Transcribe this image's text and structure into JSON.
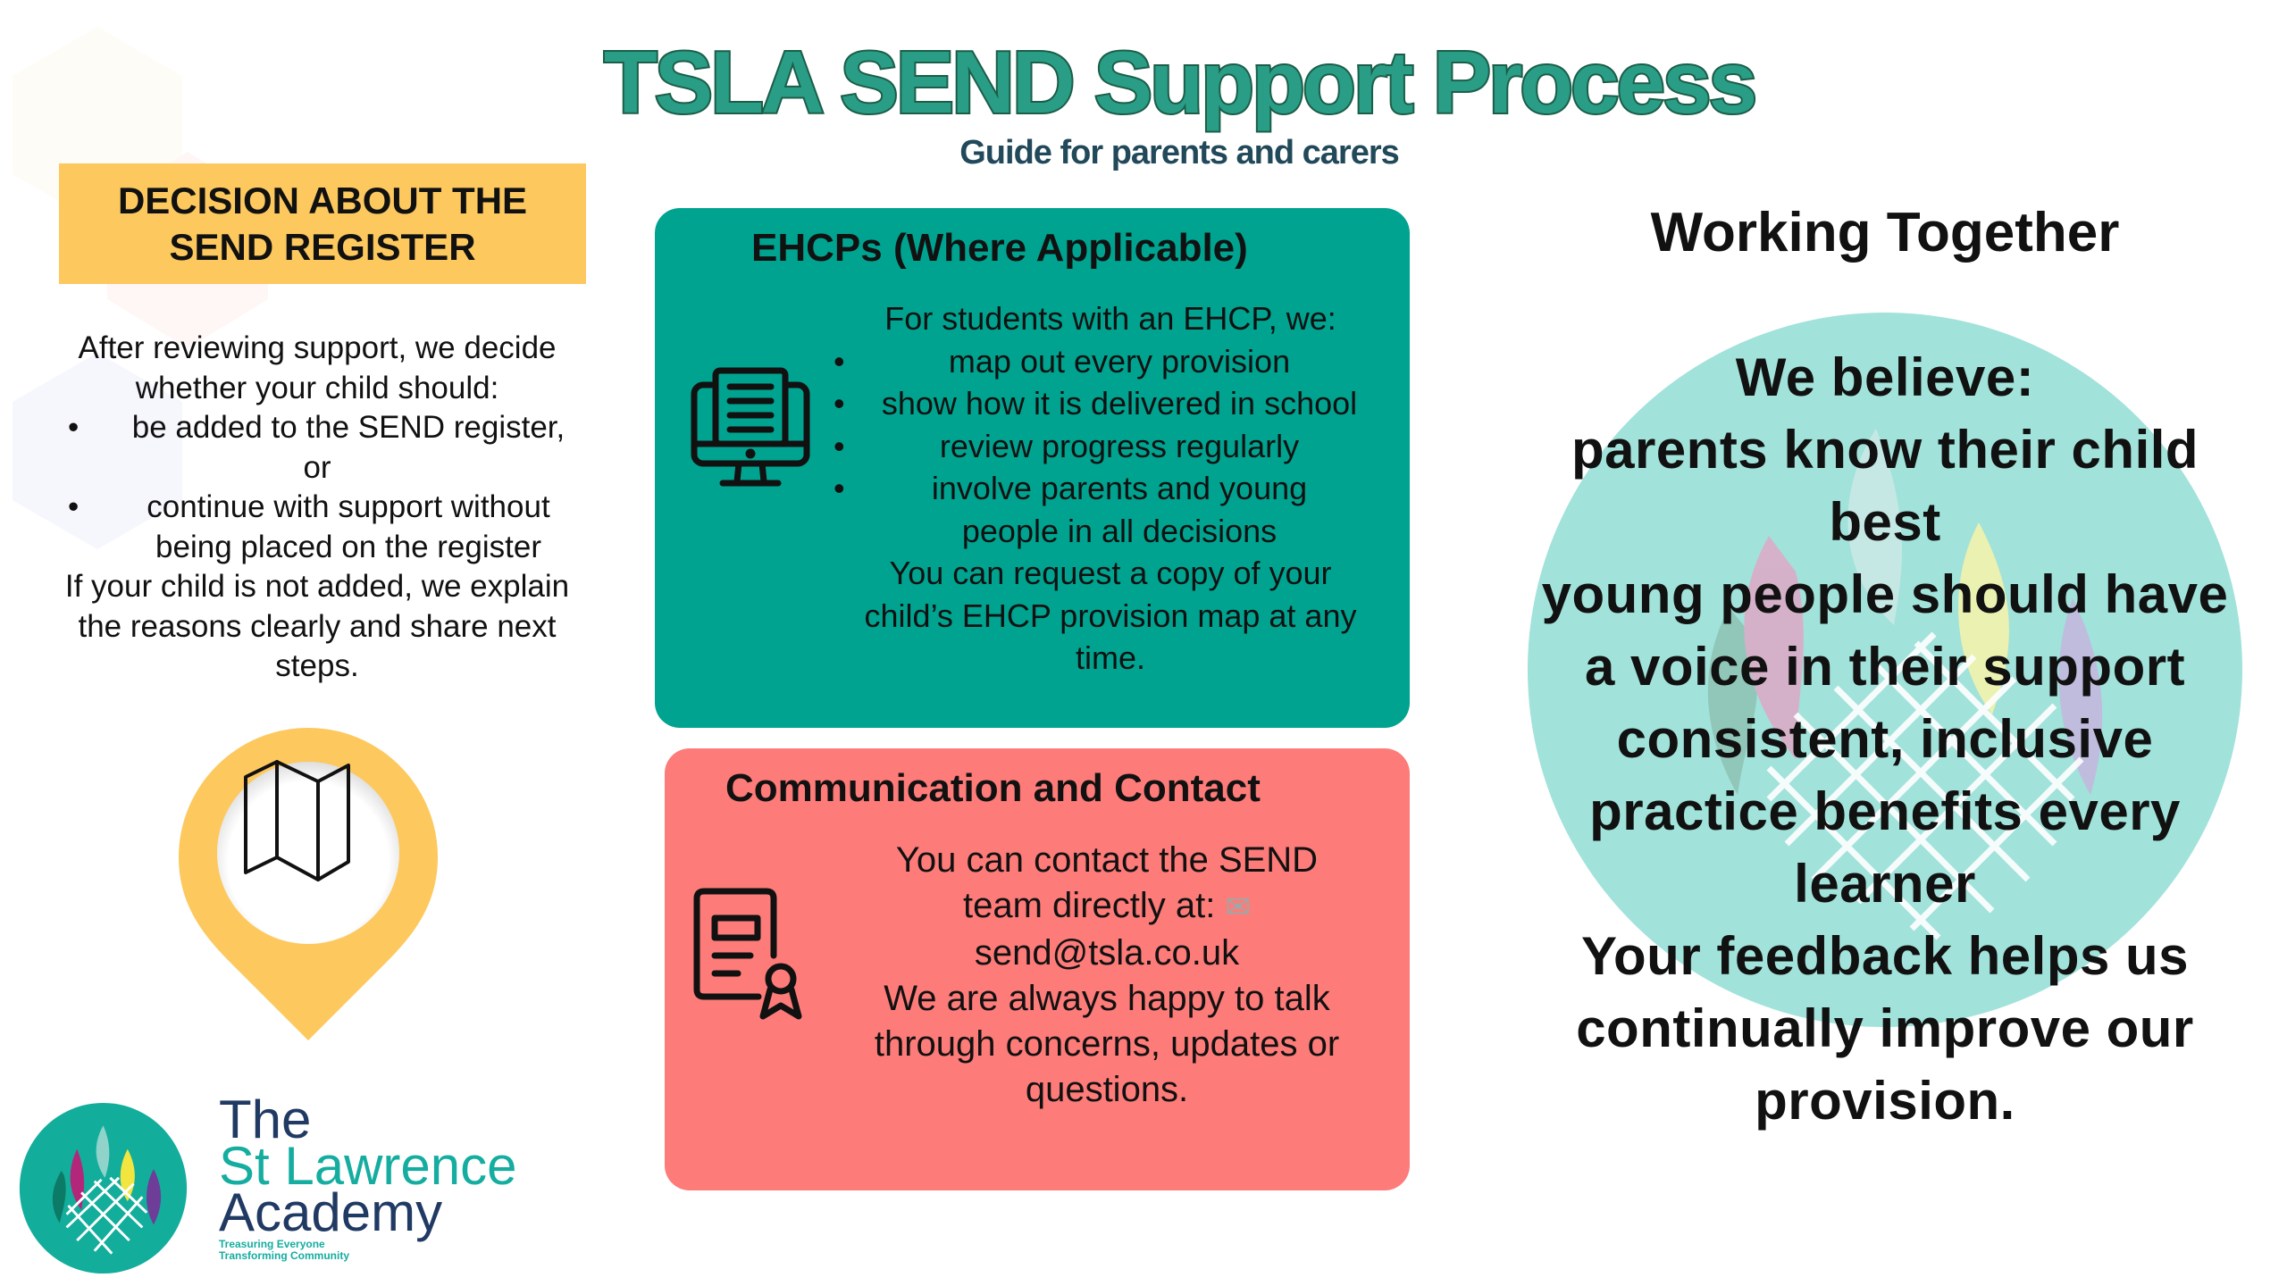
{
  "header": {
    "title": "TSLA SEND Support Process",
    "subtitle": "Guide for parents and carers"
  },
  "decision": {
    "heading_line1": "DECISION ABOUT THE",
    "heading_line2": "SEND REGISTER",
    "intro_line1": "After reviewing support, we decide",
    "intro_line2": "whether your child should:",
    "options": [
      {
        "line1": "be added to the SEND register,",
        "line2": "or"
      },
      {
        "line1": "continue with support without",
        "line2": "being placed on the register"
      }
    ],
    "outro_line1": "If your child is not added, we explain",
    "outro_line2": "the reasons clearly and share next",
    "outro_line3": "steps.",
    "icon": "map-pin-icon"
  },
  "ehcp": {
    "title": "EHCPs (Where Applicable)",
    "intro": "For students with an EHCP, we:",
    "bullets": [
      {
        "line1": "map out every provision",
        "line2": ""
      },
      {
        "line1": "show how it is delivered in school",
        "line2": ""
      },
      {
        "line1": "review progress regularly",
        "line2": ""
      },
      {
        "line1": "involve parents and young",
        "line2": "people in all decisions"
      }
    ],
    "outro_line1": "You can request a copy of your",
    "outro_line2": "child’s EHCP provision map at any",
    "outro_line3": "time.",
    "icon": "computer-document-icon",
    "color": "#00a38f"
  },
  "communication": {
    "title": "Communication and Contact",
    "line1": "You can contact the SEND",
    "line2": "team directly at:",
    "email_emoji": "✉",
    "email": "send@tsla.co.uk",
    "line3": "We are always happy to talk",
    "line4": "through concerns, updates or",
    "line5": "questions.",
    "icon": "certificate-icon",
    "color": "#fd7b78"
  },
  "working_together": {
    "title": "Working Together",
    "lines": [
      "We believe:",
      "parents know their child",
      "best",
      "young people should have",
      "a voice in their support",
      "consistent, inclusive",
      "practice benefits every",
      "learner",
      "Your feedback helps us",
      "continually improve our",
      "provision."
    ]
  },
  "logo": {
    "the": "The",
    "name": "St Lawrence",
    "academy": "Academy",
    "tagline1": "Treasuring Everyone",
    "tagline2": "Transforming Community"
  },
  "colors": {
    "title_fill": "#2a9d87",
    "title_outline": "#1b5e48",
    "subtitle": "#21495a",
    "decision_box": "#fdc95e",
    "logo_teal": "#15ada0",
    "logo_navy": "#203a63"
  }
}
